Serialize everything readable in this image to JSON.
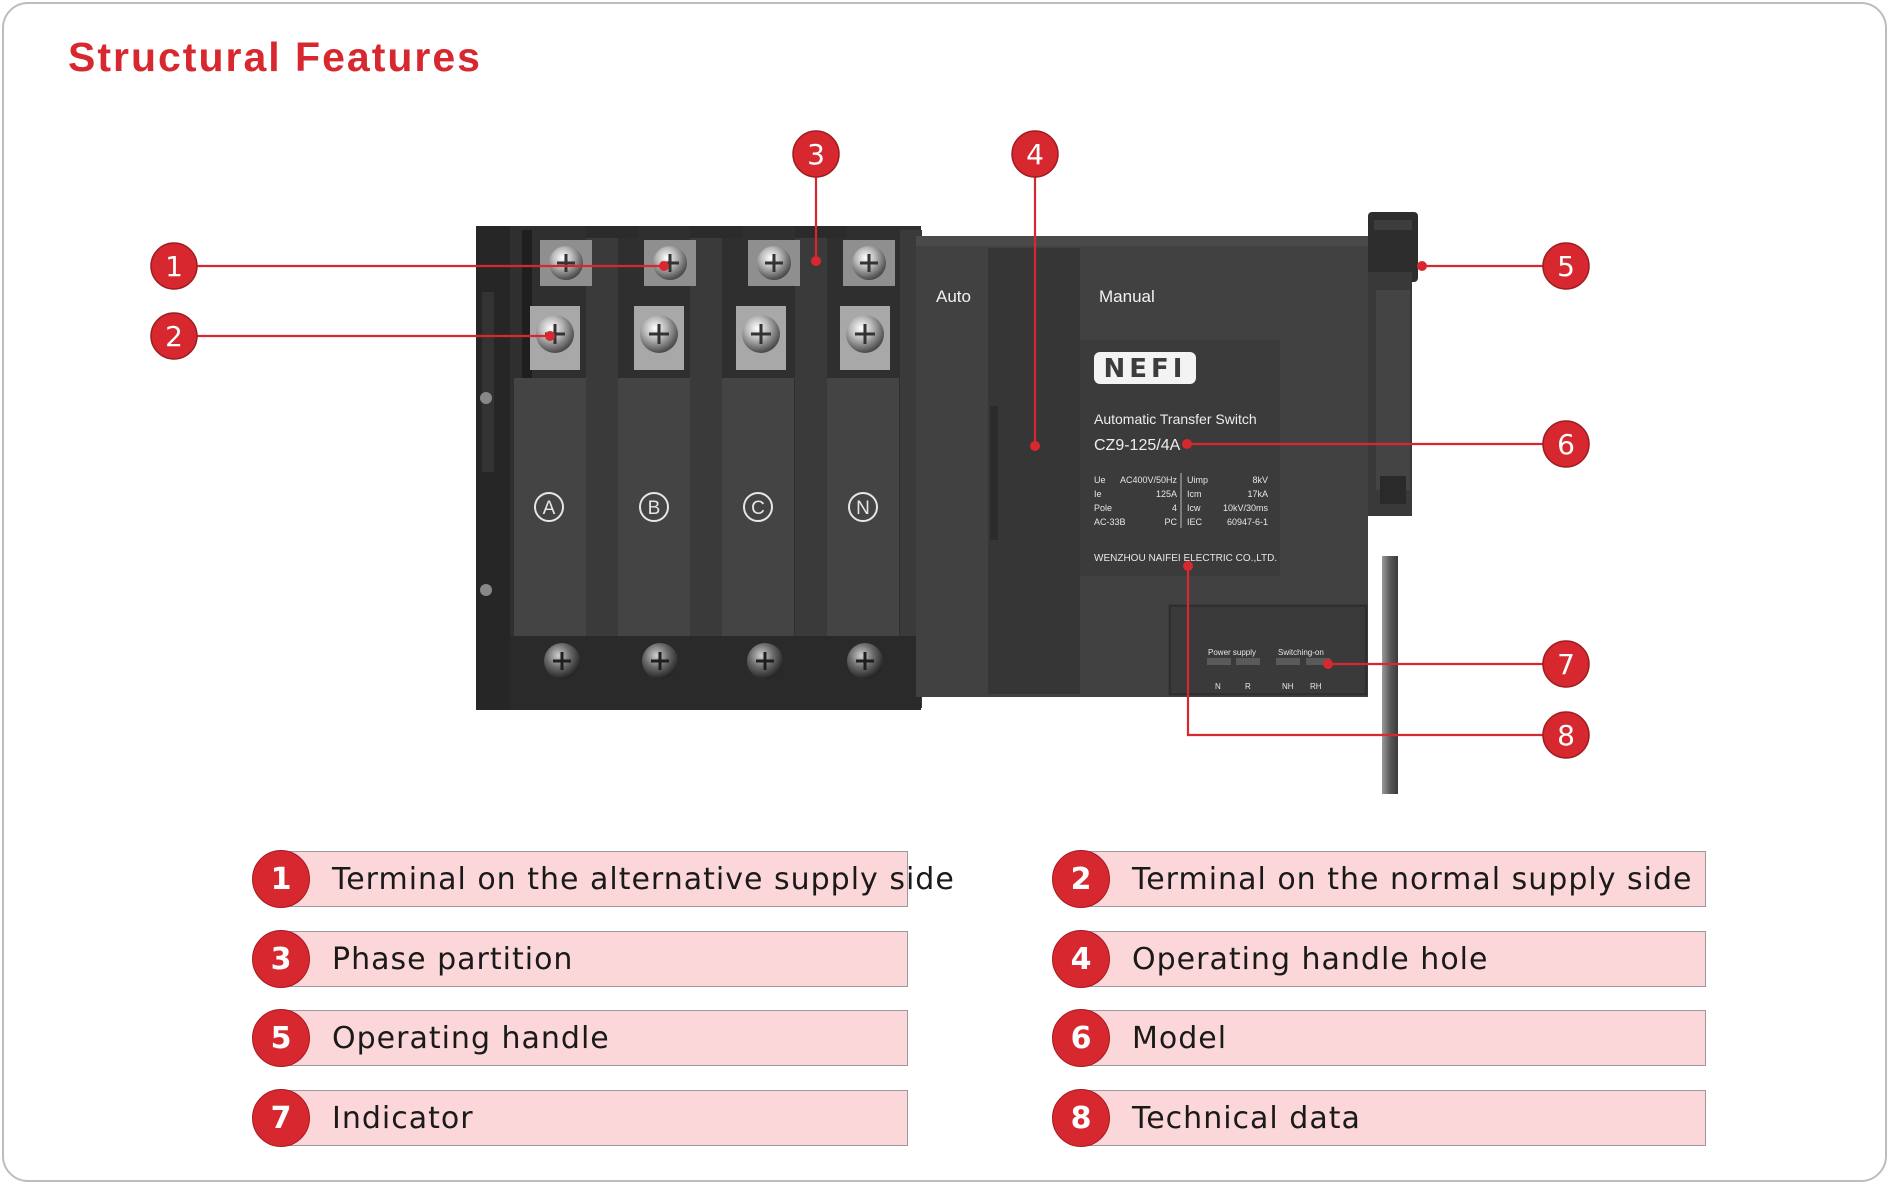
{
  "title": "Structural Features",
  "colors": {
    "accent": "#d7282f",
    "legend_bg": "#fcd7d9",
    "device_body": "#3e3e3e"
  },
  "device": {
    "phase_labels": [
      "A",
      "B",
      "C",
      "N"
    ],
    "mode_auto": "Auto",
    "mode_manual": "Manual",
    "brand": "NEFI",
    "product_name": "Automatic Transfer Switch",
    "model": "CZ9-125/4A",
    "specs": [
      [
        "Ue",
        "AC400V/50Hz",
        "Uimp",
        "8kV"
      ],
      [
        "Ie",
        "125A",
        "Icm",
        "17kA"
      ],
      [
        "Pole",
        "4",
        "Icw",
        "10kV/30ms"
      ],
      [
        "AC-33B",
        "PC",
        "IEC",
        "60947-6-1"
      ]
    ],
    "manufacturer": "WENZHOU NAIFEI ELECTRIC CO.,LTD.",
    "indicator_groups": [
      "Power supply",
      "Switching-on"
    ],
    "indicator_labels": [
      "N",
      "R",
      "NH",
      "RH"
    ]
  },
  "callouts": [
    "1",
    "2",
    "3",
    "4",
    "5",
    "6",
    "7",
    "8"
  ],
  "legend": [
    {
      "number": "1",
      "text": "Terminal on the alternative supply side"
    },
    {
      "number": "2",
      "text": "Terminal on the normal supply side"
    },
    {
      "number": "3",
      "text": "Phase partition"
    },
    {
      "number": "4",
      "text": "Operating handle hole"
    },
    {
      "number": "5",
      "text": "Operating handle"
    },
    {
      "number": "6",
      "text": "Model"
    },
    {
      "number": "7",
      "text": "Indicator"
    },
    {
      "number": "8",
      "text": "Technical data"
    }
  ]
}
